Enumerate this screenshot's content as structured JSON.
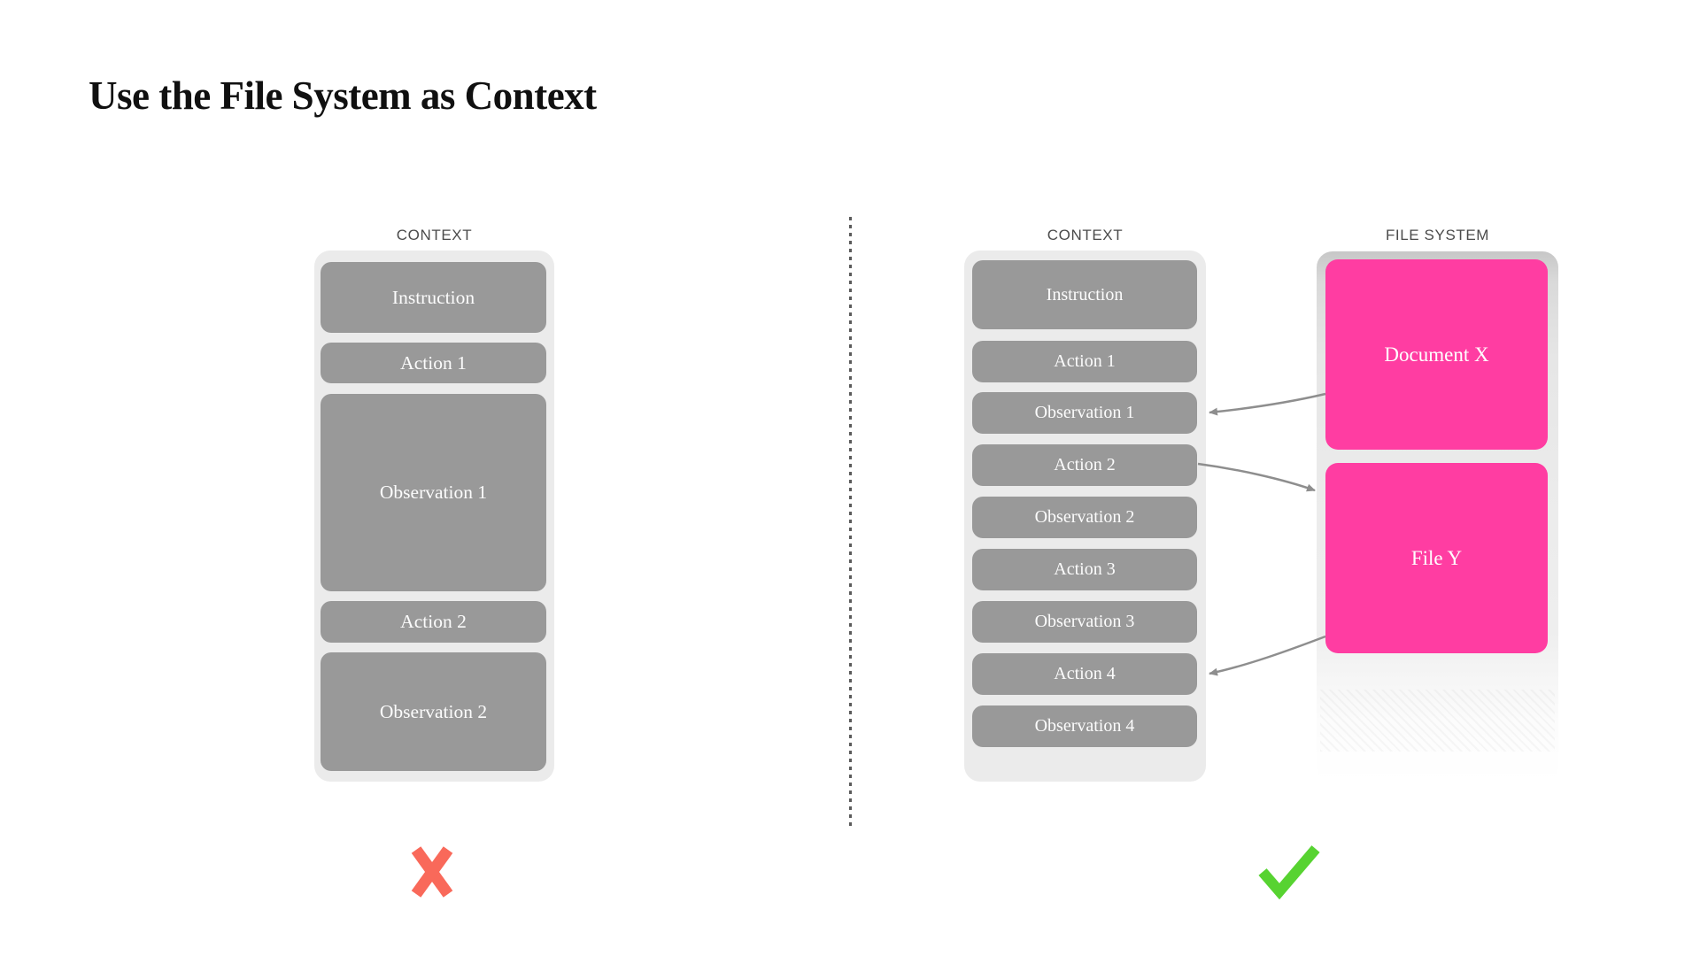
{
  "title": "Use the File System as Context",
  "left_panel": {
    "label": "CONTEXT",
    "boxes": [
      {
        "label": "Instruction"
      },
      {
        "label": "Action 1"
      },
      {
        "label": "Observation 1"
      },
      {
        "label": "Action 2"
      },
      {
        "label": "Observation 2"
      }
    ],
    "verdict": "cross"
  },
  "right_panel": {
    "context": {
      "label": "CONTEXT",
      "boxes": [
        {
          "label": "Instruction"
        },
        {
          "label": "Action 1"
        },
        {
          "label": "Observation 1"
        },
        {
          "label": "Action 2"
        },
        {
          "label": "Observation 2"
        },
        {
          "label": "Action 3"
        },
        {
          "label": "Observation 3"
        },
        {
          "label": "Action 4"
        },
        {
          "label": "Observation 4"
        }
      ]
    },
    "file_system": {
      "label": "FILE SYSTEM",
      "files": [
        {
          "label": "Document X"
        },
        {
          "label": "File Y"
        }
      ]
    },
    "verdict": "check"
  },
  "connections": [
    {
      "from": "Document X",
      "to": "Observation 1"
    },
    {
      "from": "Action 2",
      "to": "File Y"
    },
    {
      "from": "File Y",
      "to": "Action 4"
    }
  ],
  "colors": {
    "box_gray": "#999999",
    "panel_gray": "#ebebeb",
    "file_pink": "#ff3da2",
    "cross_red": "#f9695a",
    "check_green": "#57d331",
    "arrow_gray": "#8e8e8e",
    "label_gray": "#4b4b4b"
  }
}
